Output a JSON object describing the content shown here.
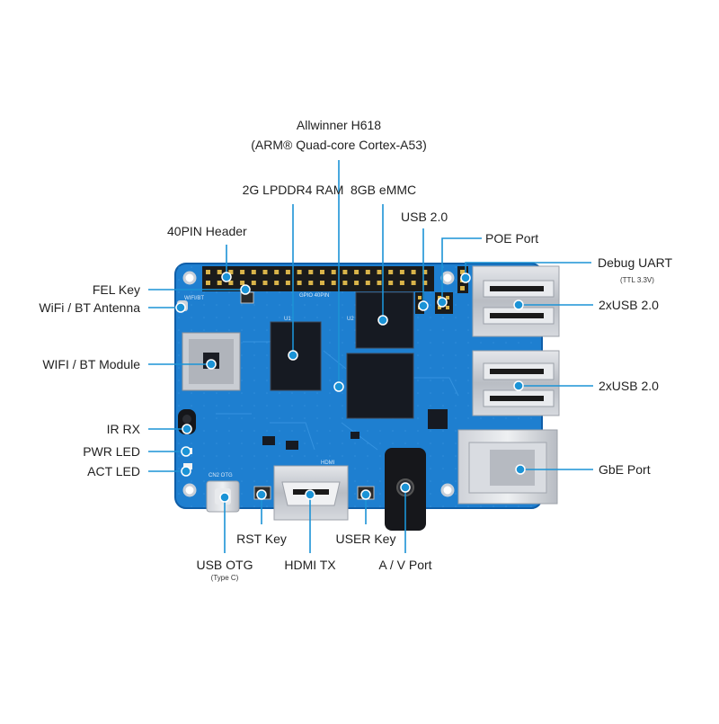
{
  "soc": {
    "name": "Allwinner H618",
    "desc": "(ARM® Quad-core Cortex-A53)"
  },
  "labels": {
    "ram": "2G LPDDR4 RAM",
    "emmc": "8GB eMMC",
    "header40": "40PIN Header",
    "usb20_top": "USB 2.0",
    "poe": "POE Port",
    "debug_uart": "Debug UART",
    "debug_uart_note": "(TTL 3.3V)",
    "fel_key": "FEL Key",
    "wifi_antenna": "WiFi / BT Antenna",
    "wifi_module": "WIFI / BT Module",
    "usb2x_top": "2xUSB 2.0",
    "usb2x_bottom": "2xUSB 2.0",
    "ir_rx": "IR RX",
    "pwr_led": "PWR LED",
    "act_led": "ACT LED",
    "gbe": "GbE Port",
    "rst_key": "RST Key",
    "user_key": "USER Key",
    "usb_otg": "USB OTG",
    "usb_otg_note": "(Type C)",
    "hdmi": "HDMI TX",
    "av": "A / V Port"
  },
  "silkscreen": {
    "wifi_bt": "WIFI/BT",
    "gpio": "GPIO 40PIN",
    "otg": "CN2 OTG",
    "hdmi": "HDMI",
    "u1": "U1",
    "u2": "U2"
  },
  "colors": {
    "board": "#1e7fd0",
    "board_dark": "#0f5ea8",
    "leader": "#1b93d6",
    "chip": "#161a22",
    "metal": "#c9ccd2"
  }
}
